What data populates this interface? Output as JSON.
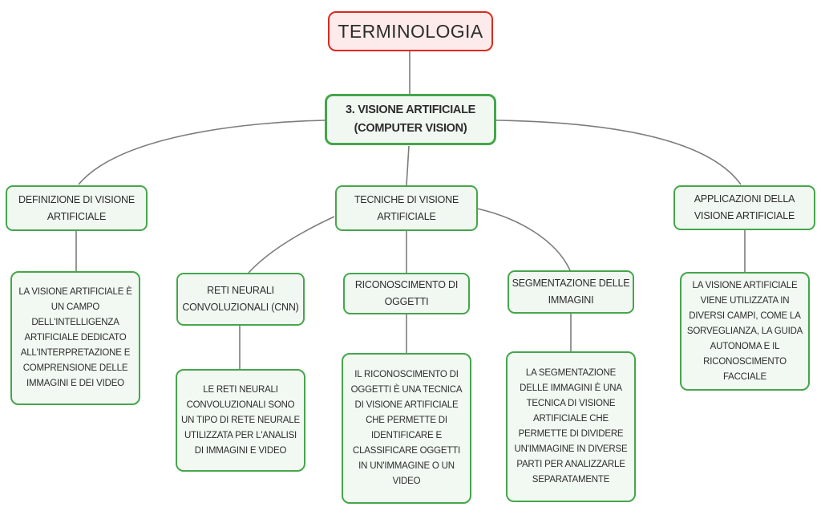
{
  "nodes": {
    "terminologia": {
      "label": "TERMINOLOGIA"
    },
    "visione_artificiale": {
      "line1": "3. VISIONE ARTIFICIALE",
      "line2": "(COMPUTER VISION)"
    },
    "definizione": {
      "topic": "DEFINIZIONE DI VISIONE ARTIFICIALE",
      "detail": "LA VISIONE ARTIFICIALE È UN CAMPO DELL'INTELLIGENZA ARTIFICIALE DEDICATO ALL'INTERPRETAZIONE E COMPRENSIONE DELLE IMMAGINI E DEI VIDEO"
    },
    "tecniche": {
      "topic": "TECNICHE DI VISIONE ARTIFICIALE"
    },
    "reti_neurali": {
      "topic": "RETI NEURALI CONVOLUZIONALI (CNN)",
      "detail": "LE RETI NEURALI CONVOLUZIONALI SONO UN TIPO DI RETE NEURALE UTILIZZATA PER L'ANALISI DI IMMAGINI E VIDEO"
    },
    "riconoscimento": {
      "topic": "RICONOSCIMENTO DI OGGETTI",
      "detail": "IL RICONOSCIMENTO DI OGGETTI È UNA TECNICA DI VISIONE ARTIFICIALE CHE PERMETTE DI IDENTIFICARE E CLASSIFICARE OGGETTI IN UN'IMMAGINE O UN VIDEO"
    },
    "segmentazione": {
      "topic": "SEGMENTAZIONE DELLE IMMAGINI",
      "detail": "LA SEGMENTAZIONE DELLE IMMAGINI È UNA TECNICA DI VISIONE ARTIFICIALE CHE PERMETTE DI DIVIDERE UN'IMMAGINE IN DIVERSE PARTI PER ANALIZZARLE SEPARATAMENTE"
    },
    "applicazioni": {
      "topic": "APPLICAZIONI DELLA VISIONE ARTIFICIALE",
      "detail": "LA VISIONE ARTIFICIALE VIENE UTILIZZATA IN DIVERSI CAMPI, COME LA SORVEGLIANZA, LA GUIDA AUTONOMA E IL RICONOSCIMENTO FACCIALE"
    }
  },
  "colors": {
    "title_border": "#dc2a1d",
    "title_fill": "#fcebea",
    "node_border": "#46a64b",
    "node_fill": "#f1f8f1",
    "connector": "#7c7c7c",
    "text": "#2d2d2d"
  }
}
